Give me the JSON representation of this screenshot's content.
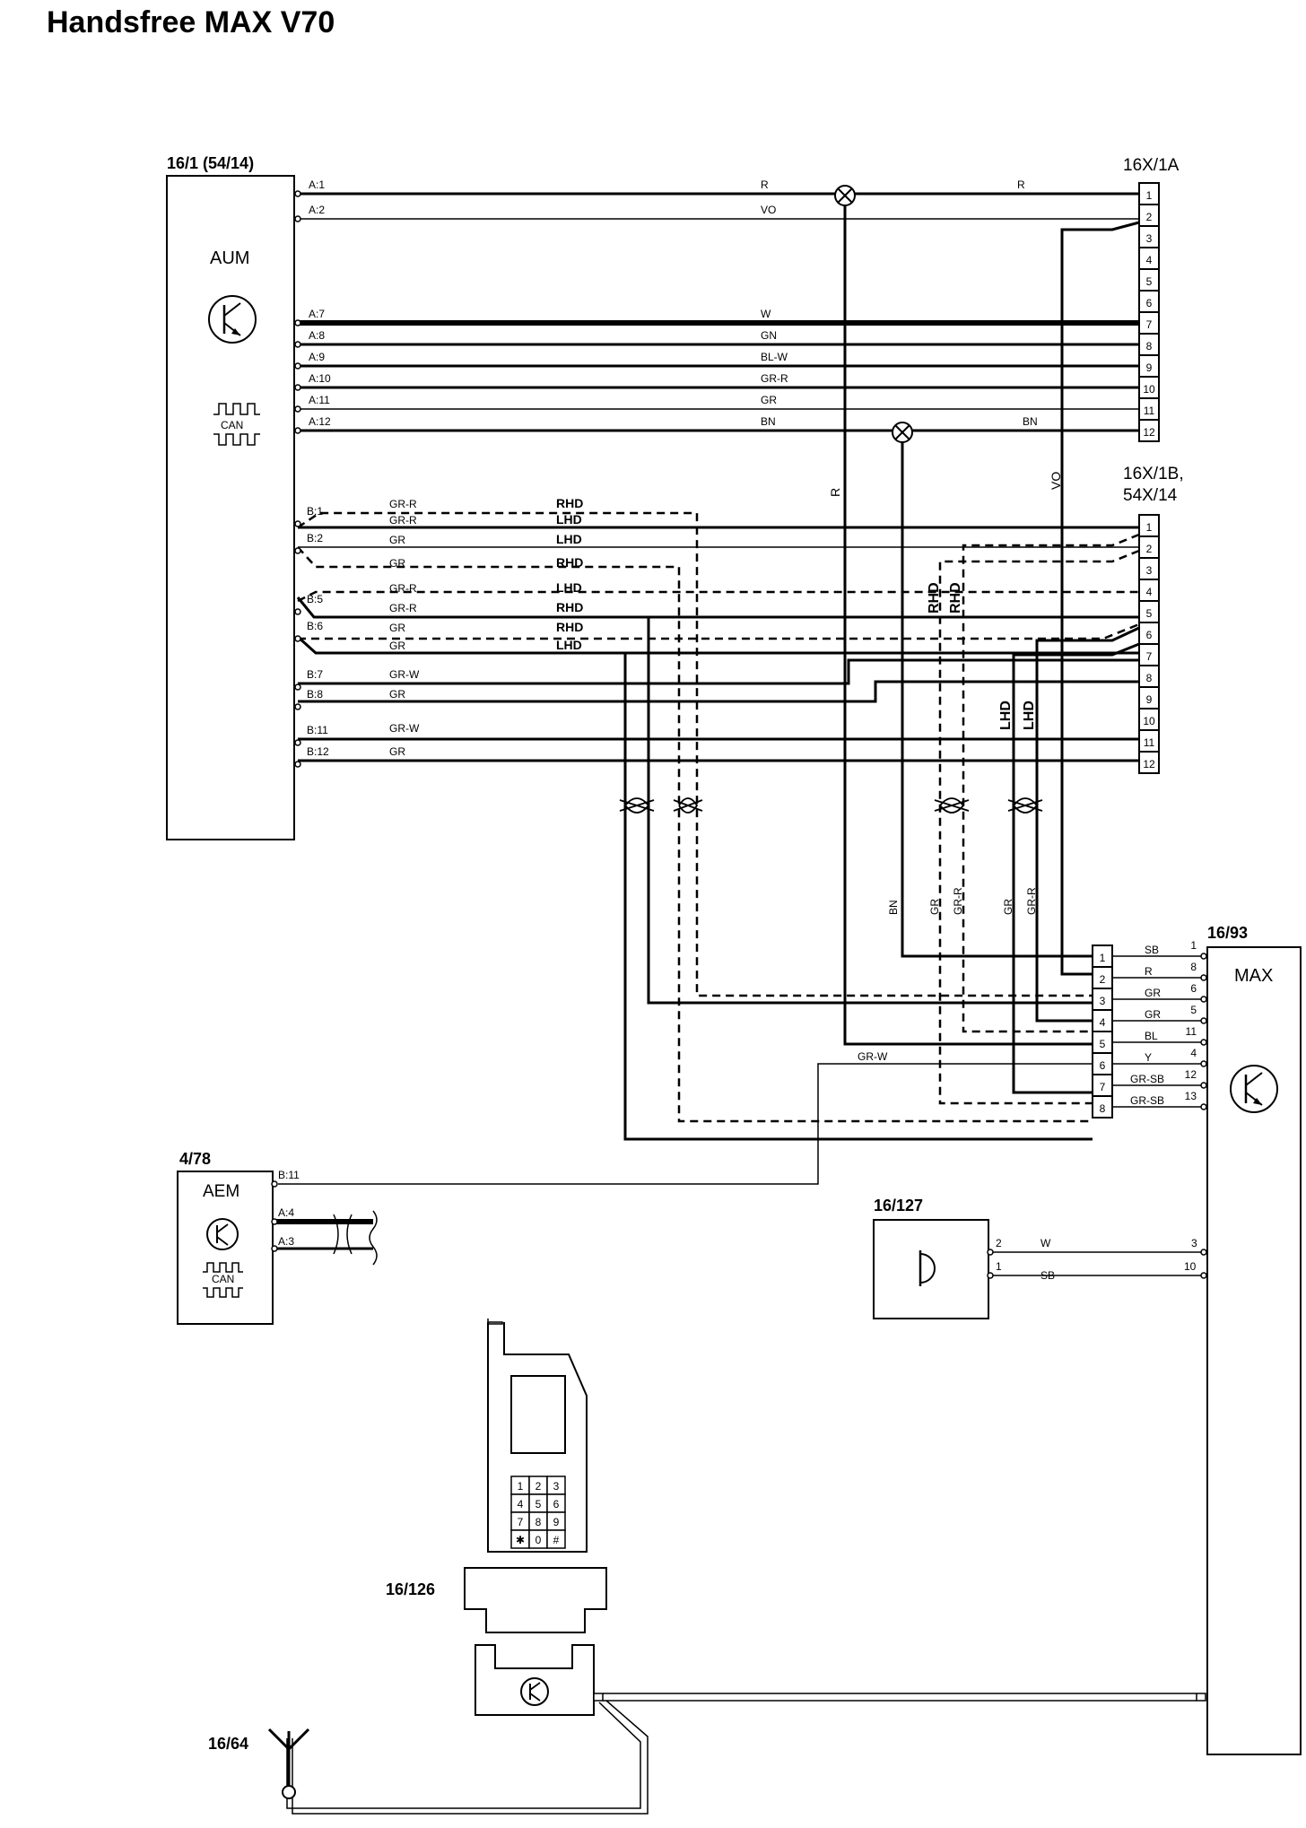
{
  "title": "Handsfree MAX V70",
  "components": {
    "aum": {
      "id": "16/1 (54/14)",
      "name": "AUM",
      "can": "CAN"
    },
    "conn_a": {
      "id": "16X/1A"
    },
    "conn_b": {
      "id": "16X/1B,",
      "id2": "54X/14"
    },
    "max": {
      "id": "16/93",
      "name": "MAX"
    },
    "aem": {
      "id": "4/78",
      "name": "AEM",
      "can": "CAN"
    },
    "mic": {
      "id": "16/127"
    },
    "cradle": {
      "id": "16/126"
    },
    "antenna": {
      "id": "16/64"
    }
  },
  "aum_a_pins": [
    {
      "pin": "A:1",
      "color": "R"
    },
    {
      "pin": "A:2",
      "color": "VO"
    },
    {
      "pin": "A:7",
      "color": "W"
    },
    {
      "pin": "A:8",
      "color": "GN"
    },
    {
      "pin": "A:9",
      "color": "BL-W"
    },
    {
      "pin": "A:10",
      "color": "GR-R"
    },
    {
      "pin": "A:11",
      "color": "GR"
    },
    {
      "pin": "A:12",
      "color": "BN"
    }
  ],
  "conn_a_far_labels": {
    "r": "R",
    "bn": "BN"
  },
  "aum_b_pins": [
    "B:1",
    "B:2",
    "B:5",
    "B:6",
    "B:7",
    "B:8",
    "B:11",
    "B:12"
  ],
  "b_wire_labels": [
    {
      "color": "GR-R",
      "variant": "RHD"
    },
    {
      "color": "GR-R",
      "variant": "LHD"
    },
    {
      "color": "GR",
      "variant": "LHD"
    },
    {
      "color": "GR",
      "variant": "RHD"
    },
    {
      "color": "GR-R",
      "variant": "LHD"
    },
    {
      "color": "GR-R",
      "variant": "RHD"
    },
    {
      "color": "GR",
      "variant": "RHD"
    },
    {
      "color": "GR",
      "variant": "LHD"
    },
    {
      "color": "GR-W",
      "variant": ""
    },
    {
      "color": "GR",
      "variant": ""
    },
    {
      "color": "GR-W",
      "variant": ""
    },
    {
      "color": "GR",
      "variant": ""
    }
  ],
  "vertical_labels": {
    "r": "R",
    "vo": "VO",
    "rhd": "RHD",
    "lhd": "LHD",
    "bn": "BN",
    "gr": "GR",
    "gr_r": "GR-R"
  },
  "connector_a_numbers": [
    "1",
    "2",
    "3",
    "4",
    "5",
    "6",
    "7",
    "8",
    "9",
    "10",
    "11",
    "12"
  ],
  "connector_b_numbers": [
    "1",
    "2",
    "3",
    "4",
    "5",
    "6",
    "7",
    "8",
    "9",
    "10",
    "11",
    "12"
  ],
  "max_connector_numbers": [
    "1",
    "2",
    "3",
    "4",
    "5",
    "6",
    "7",
    "8"
  ],
  "max_pins": [
    {
      "color": "SB",
      "pin": "1"
    },
    {
      "color": "R",
      "pin": "8"
    },
    {
      "color": "GR",
      "pin": "6"
    },
    {
      "color": "GR",
      "pin": "5"
    },
    {
      "color": "BL",
      "pin": "11"
    },
    {
      "color": "Y",
      "pin": "4"
    },
    {
      "color": "GR-SB",
      "pin": "12"
    },
    {
      "color": "GR-SB",
      "pin": "13"
    }
  ],
  "gr_w_label": "GR-W",
  "aem_pins": [
    "B:11",
    "A:4",
    "A:3"
  ],
  "mic_pins": [
    {
      "pin": "2",
      "color": "W",
      "max_pin": "3"
    },
    {
      "pin": "1",
      "color": "SB",
      "max_pin": "10"
    }
  ],
  "keypad": [
    "1",
    "2",
    "3",
    "4",
    "5",
    "6",
    "7",
    "8",
    "9",
    "✱",
    "0",
    "#"
  ]
}
